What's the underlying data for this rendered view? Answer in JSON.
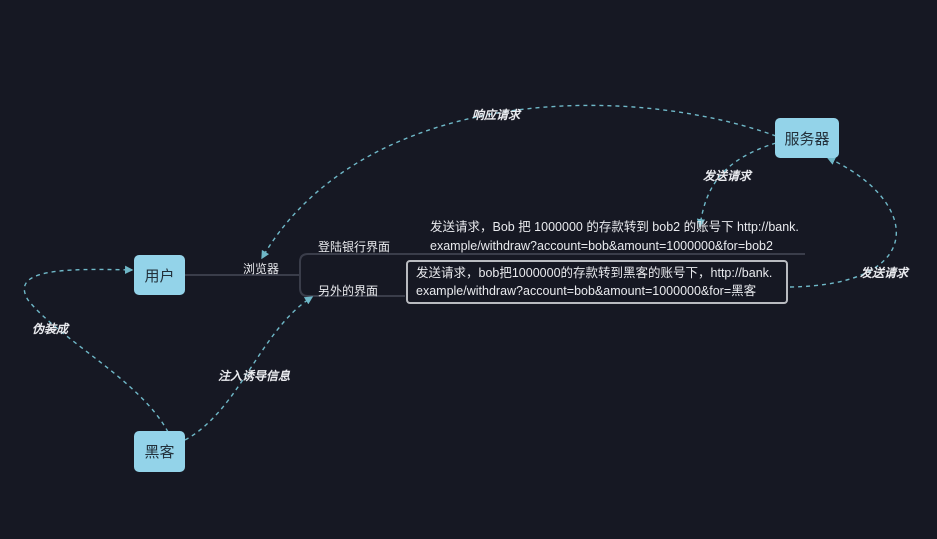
{
  "nodes": {
    "user": "用户",
    "server": "服务器",
    "hacker": "黑客"
  },
  "branches": {
    "browser": "浏览器",
    "bank_login": "登陆银行界面",
    "other_page": "另外的界面"
  },
  "descriptions": {
    "legit_line1": "发送请求，Bob 把 1000000 的存款转到 bob2 的账号下 http://bank.",
    "legit_line2": "example/withdraw?account=bob&amount=1000000&for=bob2",
    "forged_line1": "发送请求，bob把1000000的存款转到黑客的账号下，http://bank.",
    "forged_line2": "example/withdraw?account=bob&amount=1000000&for=黑客"
  },
  "edge_labels": {
    "response": "响应请求",
    "send_request_top": "发送请求",
    "send_request_right": "发送请求",
    "disguise": "伪装成",
    "inject": "注入诱导信息"
  },
  "colors": {
    "background": "#161823",
    "node_fill": "#93d3e9",
    "edge": "#6fb8c8",
    "branch_line": "#3a3d4a",
    "highlight_border": "#b9bbc0"
  }
}
